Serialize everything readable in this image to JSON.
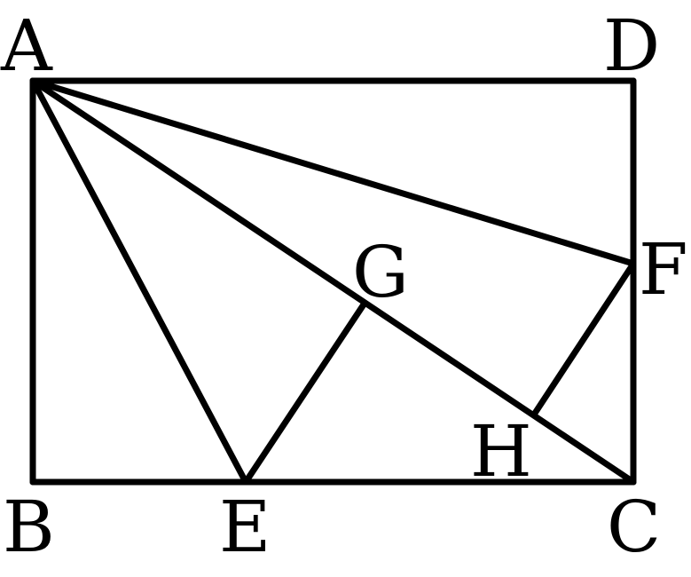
{
  "points": {
    "A": {
      "label": "A"
    },
    "B": {
      "label": "B"
    },
    "C": {
      "label": "C"
    },
    "D": {
      "label": "D"
    },
    "E": {
      "label": "E"
    },
    "F": {
      "label": "F"
    },
    "G": {
      "label": "G"
    },
    "H": {
      "label": "H"
    }
  },
  "segments": [
    [
      "A",
      "B"
    ],
    [
      "B",
      "C"
    ],
    [
      "C",
      "D"
    ],
    [
      "D",
      "A"
    ],
    [
      "A",
      "C"
    ],
    [
      "A",
      "E"
    ],
    [
      "A",
      "F"
    ],
    [
      "E",
      "G"
    ],
    [
      "F",
      "H"
    ]
  ],
  "colors": {
    "stroke": "#000000",
    "background": "#ffffff"
  }
}
